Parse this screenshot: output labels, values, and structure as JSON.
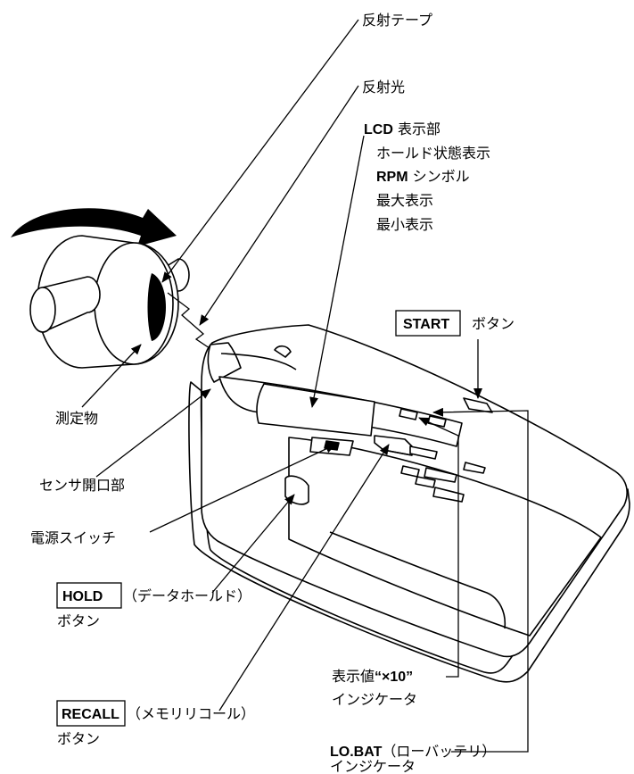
{
  "labels": {
    "reflective_tape": "反射テープ",
    "reflected_light": "反射光",
    "lcd_title_en": "LCD",
    "lcd_title_jp": " 表示部",
    "lcd_hold": "ホールド状態表示",
    "lcd_rpm_en": "RPM",
    "lcd_rpm_jp": " シンボル",
    "lcd_max": "最大表示",
    "lcd_min": "最小表示",
    "start_key": "START",
    "start_suffix": "ボタン",
    "object": "測定物",
    "sensor": "センサ開口部",
    "power": "電源スイッチ",
    "hold_key": "HOLD",
    "hold_desc": "（データホールド）",
    "hold_suffix": "ボタン",
    "x10_line1": "表示値",
    "x10_quote": "“×10”",
    "x10_line2": "インジケータ",
    "recall_key": "RECALL",
    "recall_desc": "（メモリリコール）",
    "recall_suffix": "ボタン",
    "lobat_en": "LO.BAT",
    "lobat_jp": "（ローバッテリ）",
    "lobat_line2": "インジケータ"
  }
}
